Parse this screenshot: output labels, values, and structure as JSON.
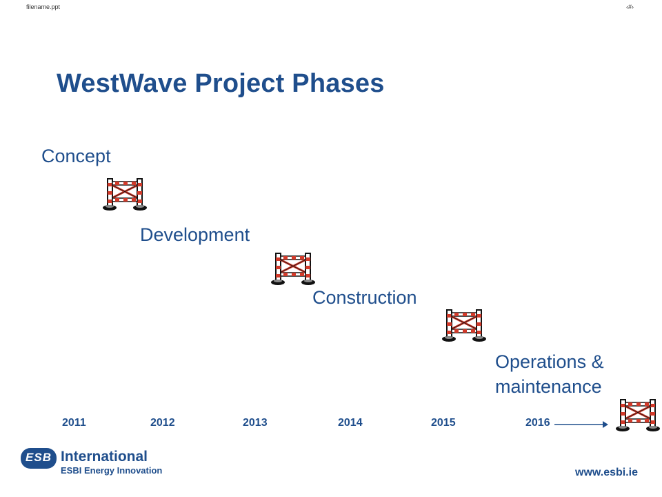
{
  "header": {
    "filename": "filename.ppt",
    "slide_number": "‹#›"
  },
  "title": "WestWave Project Phases",
  "phases": [
    {
      "label": "Concept"
    },
    {
      "label": "Development"
    },
    {
      "label": "Construction"
    },
    {
      "label": "Operations & maintenance"
    }
  ],
  "timeline": {
    "years": [
      "2011",
      "2012",
      "2013",
      "2014",
      "2015",
      "2016"
    ]
  },
  "footer": {
    "logo_mark": "ESB",
    "brand_name": "International",
    "brand_tagline": "ESBI Energy Innovation",
    "website": "www.esbi.ie"
  },
  "colors": {
    "text_blue": "#1f4e8c",
    "gate_red": "#d23a2a",
    "gate_black": "#111111"
  },
  "icons": [
    "gate-icon"
  ]
}
